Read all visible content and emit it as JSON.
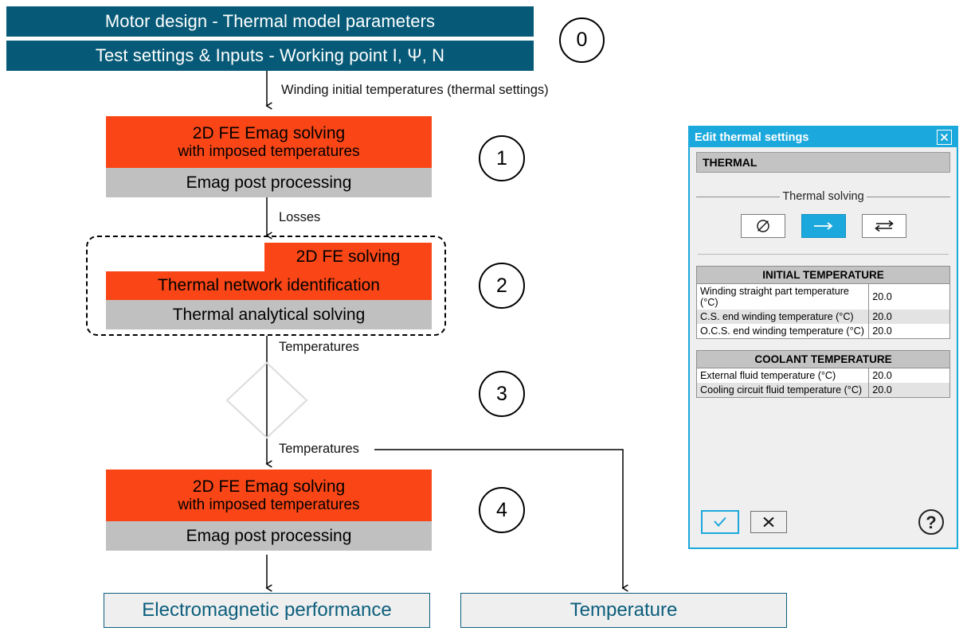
{
  "header": {
    "bar1": "Motor design - Thermal model parameters",
    "bar2": "Test settings & Inputs - Working point I, Ψ, N",
    "step_marker": "0"
  },
  "connectors": {
    "winding_init": "Winding initial temperatures (thermal settings)",
    "losses": "Losses",
    "temperatures_1": "Temperatures",
    "temperatures_2": "Temperatures"
  },
  "steps": [
    {
      "marker": "1",
      "bands": [
        {
          "line1": "2D FE Emag solving",
          "line2": "with imposed temperatures",
          "color": "#FA4616"
        },
        {
          "line1": "Emag post processing",
          "color": "#C0C0C0"
        }
      ]
    },
    {
      "marker": "2",
      "dashed": true,
      "bands": [
        {
          "line1": "2D FE solving",
          "color": "#FA4616"
        },
        {
          "line1": "Thermal network identification",
          "color": "#FA4616"
        },
        {
          "line1": "Thermal analytical solving",
          "color": "#C0C0C0"
        }
      ]
    },
    {
      "marker": "3",
      "shape": "decision-diamond"
    },
    {
      "marker": "4",
      "bands": [
        {
          "line1": "2D FE Emag solving",
          "line2": "with imposed temperatures",
          "color": "#FA4616"
        },
        {
          "line1": "Emag post processing",
          "color": "#C0C0C0"
        }
      ]
    }
  ],
  "outputs": [
    {
      "label": "Electromagnetic performance"
    },
    {
      "label": "Temperature"
    }
  ],
  "dialog": {
    "title": "Edit thermal settings",
    "close_label": "☒",
    "section": "THERMAL",
    "fieldset_legend": "Thermal solving",
    "toggles": [
      {
        "name": "no-solving",
        "glyph": "⌀",
        "selected": false
      },
      {
        "name": "one-way-solving",
        "glyph": "→",
        "selected": true
      },
      {
        "name": "iterative-solving",
        "glyph": "⇄",
        "selected": false
      }
    ],
    "tables": [
      {
        "caption": "INITIAL TEMPERATURE",
        "rows": [
          {
            "key": "Winding straight part temperature (°C)",
            "value": "20.0"
          },
          {
            "key": "C.S. end winding temperature (°C)",
            "value": "20.0"
          },
          {
            "key": "O.C.S. end winding temperature (°C)",
            "value": "20.0"
          }
        ]
      },
      {
        "caption": "COOLANT TEMPERATURE",
        "rows": [
          {
            "key": "External fluid temperature (°C)",
            "value": "20.0"
          },
          {
            "key": "Cooling circuit fluid temperature (°C)",
            "value": "20.0"
          }
        ]
      }
    ],
    "footer": {
      "ok": "✓",
      "cancel": "✕",
      "help": "?"
    }
  },
  "colors": {
    "teal": "#065A77",
    "orange": "#FA4616",
    "gray": "#C0C0C0",
    "cyan": "#1BA8DC",
    "out_border": "#0B5E7C"
  }
}
